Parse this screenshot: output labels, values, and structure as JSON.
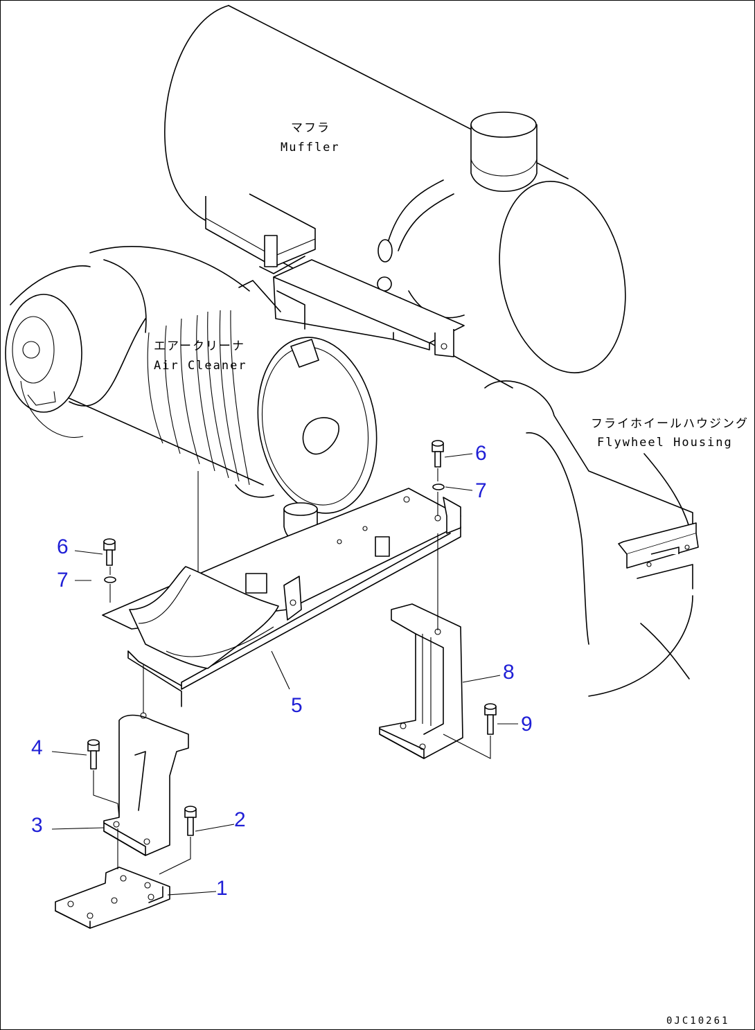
{
  "components": {
    "muffler": {
      "jp": "マフラ",
      "en": "Muffler"
    },
    "air_cleaner": {
      "jp": "エアークリーナ",
      "en": "Air Cleaner"
    },
    "flywheel_housing": {
      "jp": "フライホイールハウジング",
      "en": "Flywheel Housing"
    }
  },
  "callouts": [
    "1",
    "2",
    "3",
    "4",
    "5",
    "6",
    "7",
    "6",
    "7",
    "8",
    "9"
  ],
  "drawing_code": "0JC10261",
  "colors": {
    "line": "#000000",
    "callout": "#1f1fd6",
    "background": "#ffffff"
  }
}
